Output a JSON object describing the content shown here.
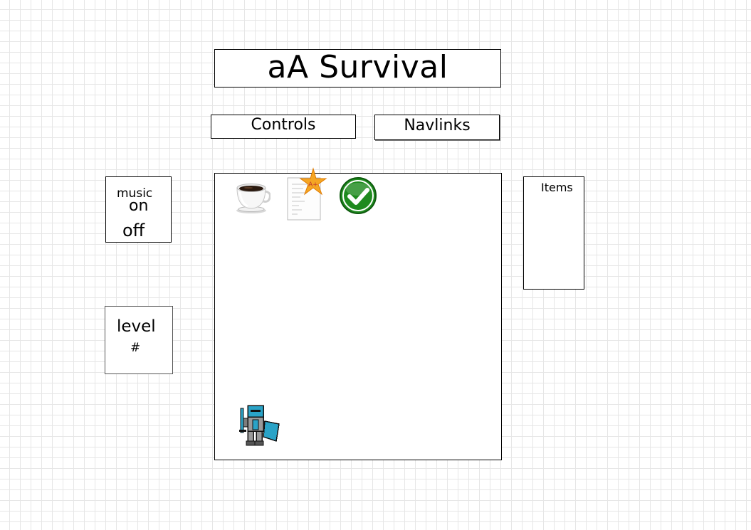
{
  "header": {
    "title": "aA Survival"
  },
  "nav": {
    "controls_label": "Controls",
    "navlinks_label": "Navlinks"
  },
  "music_panel": {
    "label": "music",
    "on_label": "on",
    "off_label": "off"
  },
  "level_panel": {
    "label": "level",
    "value": "#"
  },
  "items_panel": {
    "label": "Items"
  },
  "game": {
    "pickups": [
      {
        "icon": "coffee-cup-icon"
      },
      {
        "icon": "graded-paper-icon",
        "badge_text": "A+"
      },
      {
        "icon": "checkmark-icon"
      }
    ],
    "player": {
      "icon": "knight-sprite-icon"
    }
  },
  "colors": {
    "knight": "#2aa3c7",
    "check_green": "#1f8a1f",
    "star": "#f5a623"
  }
}
